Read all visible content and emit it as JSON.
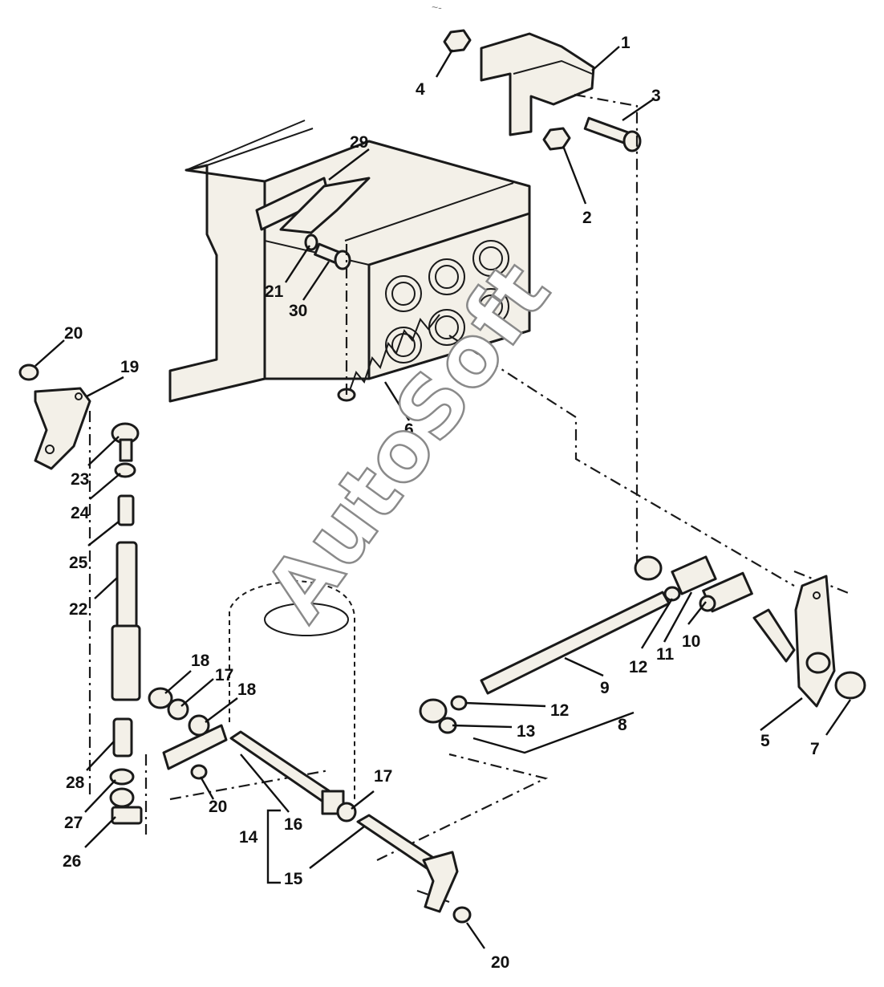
{
  "header_mark": "~-",
  "watermark": "AutoSoft",
  "callouts": [
    "1",
    "2",
    "3",
    "4",
    "5",
    "6",
    "7",
    "8",
    "9",
    "10",
    "11",
    "12",
    "12",
    "13",
    "14",
    "15",
    "16",
    "17",
    "17",
    "18",
    "18",
    "19",
    "20",
    "20",
    "20",
    "21",
    "22",
    "23",
    "24",
    "25",
    "26",
    "27",
    "28",
    "29",
    "30"
  ]
}
